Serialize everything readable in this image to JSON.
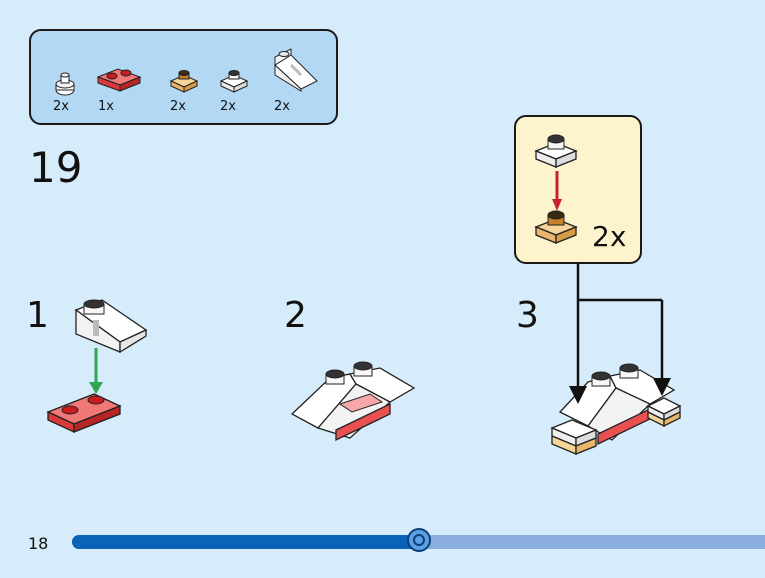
{
  "page": {
    "page_number": "18",
    "step_number": "19"
  },
  "parts_list": [
    {
      "name": "clear-round-plate",
      "qty": "2x",
      "color": "#ffffff"
    },
    {
      "name": "red-plate-1x2",
      "qty": "1x",
      "color": "#e94b4b"
    },
    {
      "name": "tan-plate-1x1",
      "qty": "2x",
      "color": "#f2c27a"
    },
    {
      "name": "white-plate-1x1",
      "qty": "2x",
      "color": "#ffffff"
    },
    {
      "name": "clear-slope",
      "qty": "2x",
      "color": "#ffffff"
    }
  ],
  "sub_steps": {
    "one": "1",
    "two": "2",
    "three": "3"
  },
  "callout": {
    "qty": "2x"
  },
  "progress": {
    "fraction": 0.5
  },
  "colors": {
    "background": "#d7ecfa",
    "parts_box": "#b3d8f4",
    "callout": "#fdf3cd",
    "progress_fill": "#0b63b8",
    "progress_track": "#8aaede",
    "arrow_green": "#2ea84f",
    "arrow_red": "#c8232c",
    "arrow_black": "#111111"
  }
}
